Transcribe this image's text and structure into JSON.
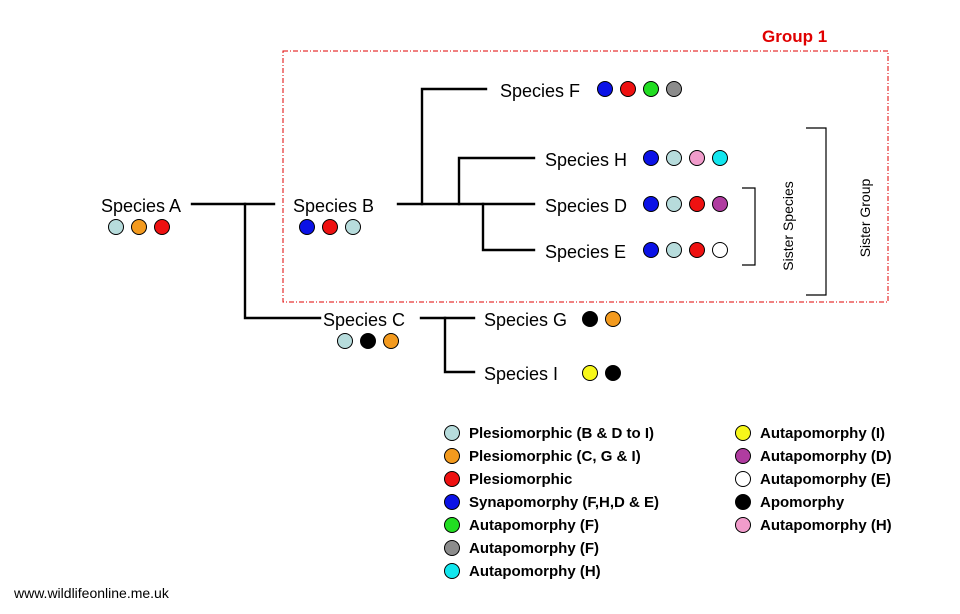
{
  "colors": {
    "light_blue": "#b7dcdc",
    "orange": "#f39a1e",
    "red": "#ee1111",
    "blue": "#0b12e6",
    "green": "#22dd22",
    "gray": "#8c8c8c",
    "cyan": "#12e6ee",
    "black": "#000000",
    "yellow": "#f7f71a",
    "purple": "#b03ca0",
    "white": "#ffffff",
    "pink": "#f19ccb"
  },
  "group_label": "Group 1",
  "species": [
    {
      "id": "A",
      "label": "Species A",
      "traits": [
        "light_blue",
        "orange",
        "red"
      ]
    },
    {
      "id": "B",
      "label": "Species B",
      "traits": [
        "blue",
        "red",
        "light_blue"
      ]
    },
    {
      "id": "C",
      "label": "Species C",
      "traits": [
        "light_blue",
        "black",
        "orange"
      ]
    },
    {
      "id": "F",
      "label": "Species F",
      "traits": [
        "blue",
        "red",
        "green",
        "gray"
      ]
    },
    {
      "id": "H",
      "label": "Species H",
      "traits": [
        "blue",
        "light_blue",
        "pink",
        "cyan"
      ]
    },
    {
      "id": "D",
      "label": "Species D",
      "traits": [
        "blue",
        "light_blue",
        "red",
        "purple"
      ]
    },
    {
      "id": "E",
      "label": "Species E",
      "traits": [
        "blue",
        "light_blue",
        "red",
        "white"
      ]
    },
    {
      "id": "G",
      "label": "Species G",
      "traits": [
        "black",
        "orange"
      ]
    },
    {
      "id": "I",
      "label": "Species I",
      "traits": [
        "yellow",
        "black"
      ]
    }
  ],
  "brackets": {
    "sister_species": "Sister Species",
    "sister_group": "Sister Group"
  },
  "legend": [
    {
      "color": "light_blue",
      "label": "Plesiomorphic (B & D to I)"
    },
    {
      "color": "orange",
      "label": "Plesiomorphic (C, G & I)"
    },
    {
      "color": "red",
      "label": "Plesiomorphic"
    },
    {
      "color": "blue",
      "label": "Synapomorphy (F,H,D & E)"
    },
    {
      "color": "green",
      "label": "Autapomorphy (F)"
    },
    {
      "color": "gray",
      "label": "Autapomorphy (F)"
    },
    {
      "color": "cyan",
      "label": "Autapomorphy (H)"
    },
    {
      "color": "yellow",
      "label": "Autapomorphy (I)"
    },
    {
      "color": "purple",
      "label": "Autapomorphy (D)"
    },
    {
      "color": "white",
      "label": "Autapomorphy (E)"
    },
    {
      "color": "black",
      "label": "Apomorphy"
    },
    {
      "color": "pink",
      "label": "Autapomorphy (H)"
    }
  ],
  "credit": "www.wildlifeonline.me.uk"
}
